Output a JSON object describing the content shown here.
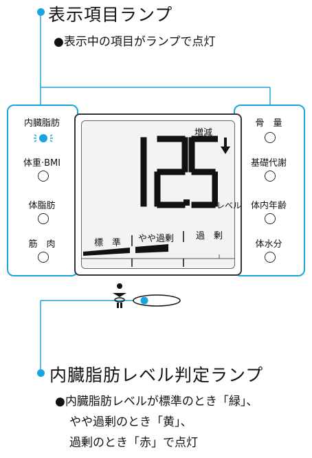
{
  "section1": {
    "title": "表示項目ランプ",
    "subtitle": "●表示中の項目がランプで点灯"
  },
  "left_panel": {
    "items": [
      {
        "label": "内臓脂肪",
        "active": true
      },
      {
        "label": "体重·BMI",
        "active": false
      },
      {
        "label": "体脂肪",
        "active": false
      },
      {
        "label": "筋　肉",
        "active": false
      }
    ]
  },
  "right_panel": {
    "items": [
      {
        "label": "骨　量"
      },
      {
        "label": "基礎代謝"
      },
      {
        "label": "体内年齢"
      },
      {
        "label": "体水分"
      }
    ]
  },
  "lcd": {
    "change_label": "増減",
    "value": "12.5",
    "unit": "レベル",
    "scale": {
      "standard": "標　準",
      "slightly_high": "やや過剰",
      "high": "過　剰"
    }
  },
  "section2": {
    "title": "内臓脂肪レベル判定ランプ",
    "lines": [
      "●内臓脂肪レベルが標準のとき「緑」、",
      "やや過剰のとき「黄」、",
      "過剰のとき「赤」で点灯"
    ]
  },
  "colors": {
    "accent": "#1ba3dc",
    "lamp_active": "#1ba3dc"
  },
  "icons": {
    "active_lamp": "glowing-dot-icon",
    "person": "person-icon",
    "arrow": "down-arrow-icon"
  }
}
